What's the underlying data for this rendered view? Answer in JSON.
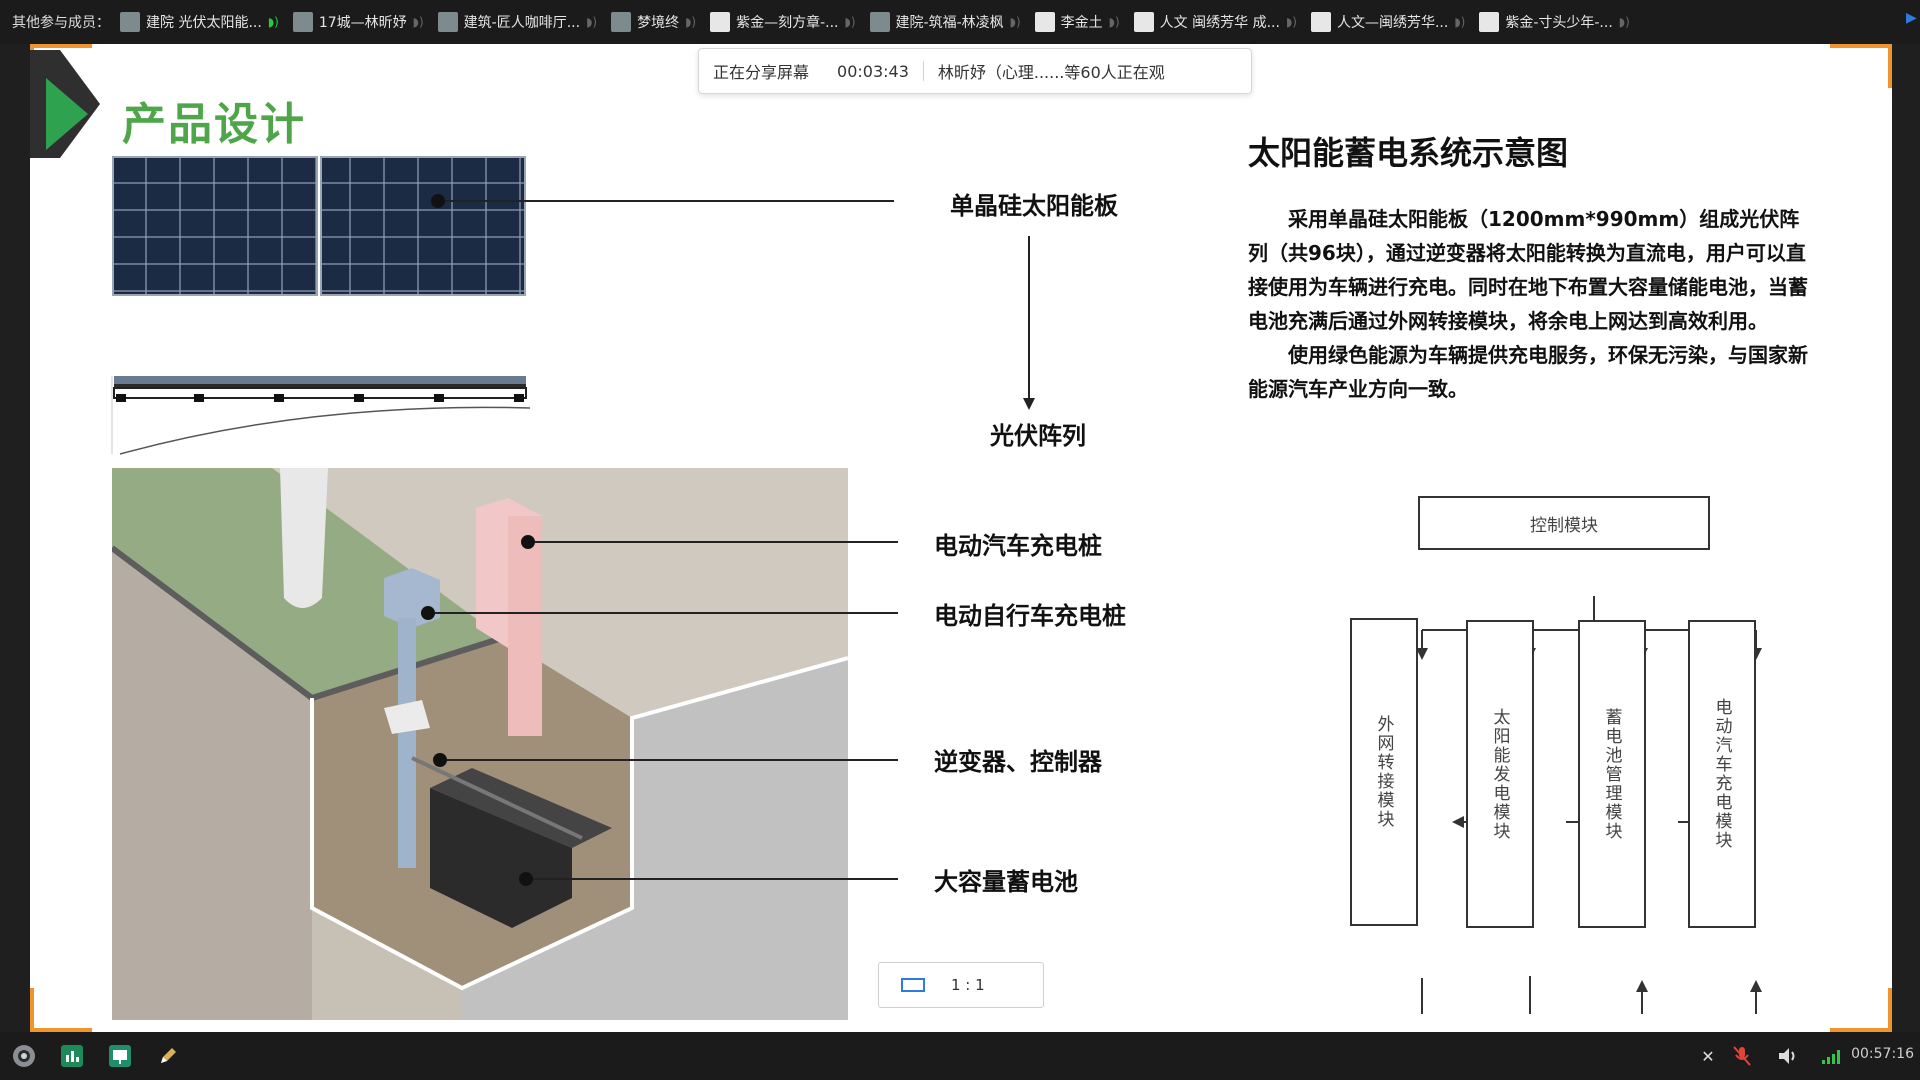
{
  "topbar": {
    "label": "其他参与成员：",
    "members": [
      {
        "name": "建院 光伏太阳能...",
        "speaking": true
      },
      {
        "name": "17城—林昕妤",
        "speaking": false
      },
      {
        "name": "建筑-匠人咖啡厅...",
        "speaking": false
      },
      {
        "name": "梦境终",
        "speaking": false
      },
      {
        "name": "紫金—刻方章-...",
        "speaking": false
      },
      {
        "name": "建院-筑福-林凌枫",
        "speaking": false
      },
      {
        "name": "李金土",
        "speaking": false
      },
      {
        "name": "人文 闽绣芳华 成...",
        "speaking": false
      },
      {
        "name": "人文—闽绣芳华...",
        "speaking": false
      },
      {
        "name": "紫金-寸头少年-...",
        "speaking": false
      }
    ]
  },
  "share": {
    "status": "正在分享屏幕",
    "timer": "00:03:43",
    "viewers": "林昕妤（心理......等60人正在观"
  },
  "slide": {
    "title": "产品设计",
    "labels": {
      "panel": "单晶硅太阳能板",
      "array": "光伏阵列",
      "ev_charger": "电动汽车充电桩",
      "bike_charger": "电动自行车充电桩",
      "inverter": "逆变器、控制器",
      "battery": "大容量蓄电池"
    },
    "right_title": "太阳能蓄电系统示意图",
    "desc_p1": "采用单晶硅太阳能板（1200mm*990mm）组成光伏阵列（共96块），通过逆变器将太阳能转换为直流电，用户可以直接使用为车辆进行充电。同时在地下布置大容量储能电池，当蓄电池充满后通过外网转接模块，将余电上网达到高效利用。",
    "desc_p2": "使用绿色能源为车辆提供充电服务，环保无污染，与国家新能源汽车产业方向一致。",
    "flow": {
      "control": "控制模块",
      "grid": "外网转接模块",
      "solar": "太阳能发电模块",
      "bms": "蓄电池管理模块",
      "ev": "电动汽车充电模块"
    }
  },
  "zoom": {
    "label": "1 : 1"
  },
  "taskbar": {
    "time": "00:57:16"
  },
  "colors": {
    "accent_green": "#4fa64a",
    "corner_orange": "#f0952d",
    "panel_blue": "#1c2b44"
  }
}
